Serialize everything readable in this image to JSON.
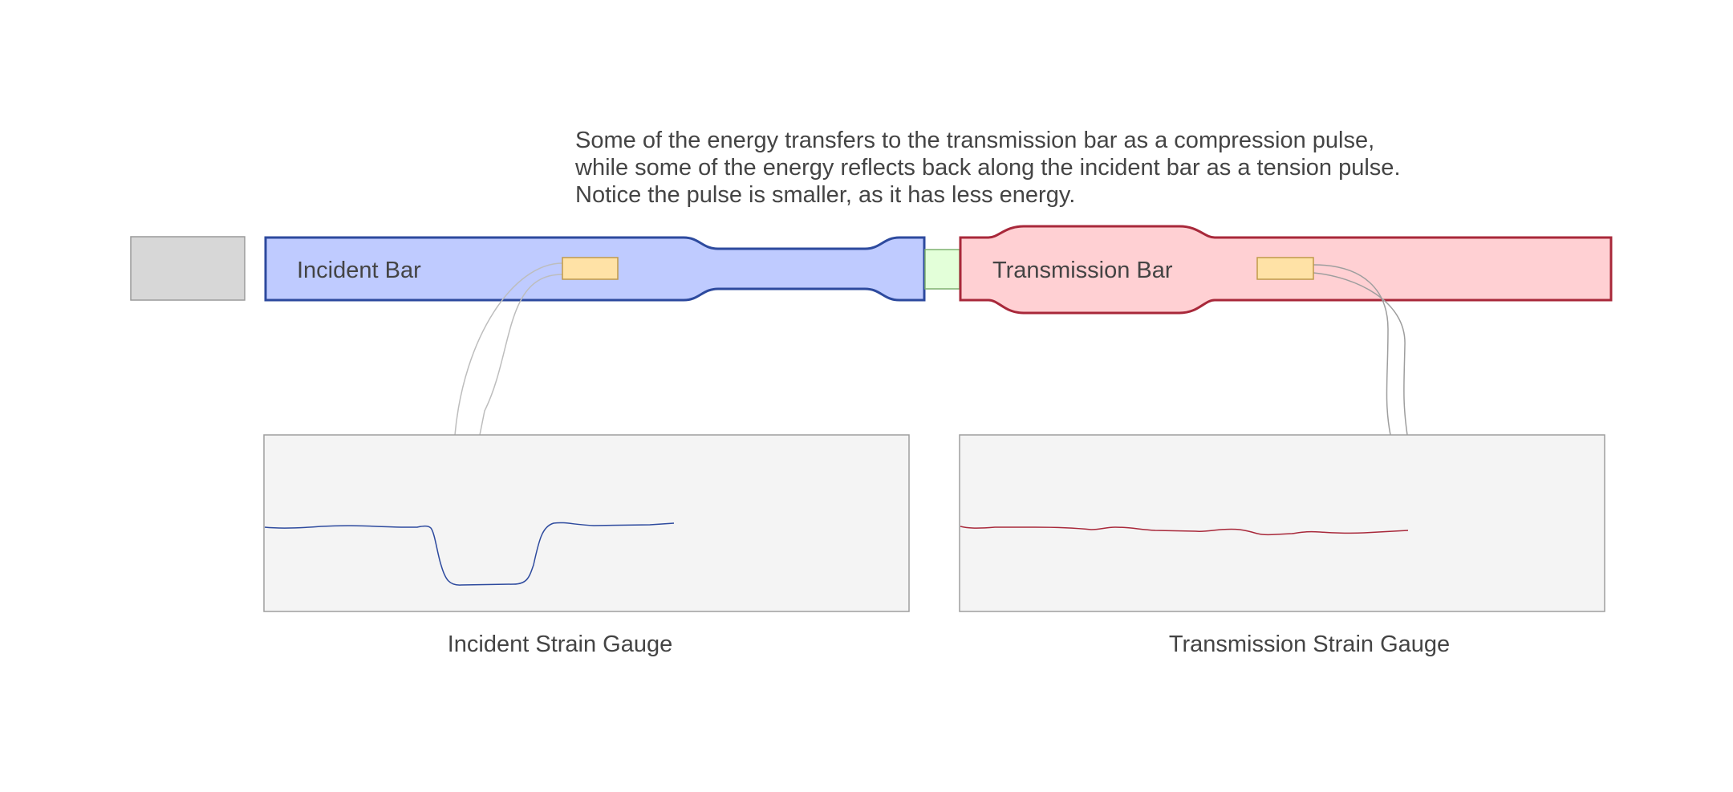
{
  "caption": {
    "lines": [
      "Some of the energy transfers to the transmission bar as a compression pulse,",
      "while some of the energy reflects back along the incident bar as a tension pulse.",
      "Notice the pulse is smaller, as it has less energy."
    ]
  },
  "incident_bar": {
    "label": "Incident Bar",
    "fill": "#bfcbff",
    "stroke": "#2d4a9e"
  },
  "transmission_bar": {
    "label": "Transmission Bar",
    "fill": "#ffd0d3",
    "stroke": "#a8283a"
  },
  "specimen": {
    "fill": "#e3ffd9",
    "stroke": "#7fb070"
  },
  "striker": {
    "fill": "#d7d7d7",
    "stroke": "#9a9a9a"
  },
  "strain_gauge_sensor": {
    "fill": "#ffe2a6",
    "stroke": "#c09a4a"
  },
  "incident_gauge": {
    "label": "Incident Strain Gauge",
    "trace_color": "#2d4a9e"
  },
  "transmission_gauge": {
    "label": "Transmission Strain Gauge",
    "trace_color": "#a8283a"
  }
}
